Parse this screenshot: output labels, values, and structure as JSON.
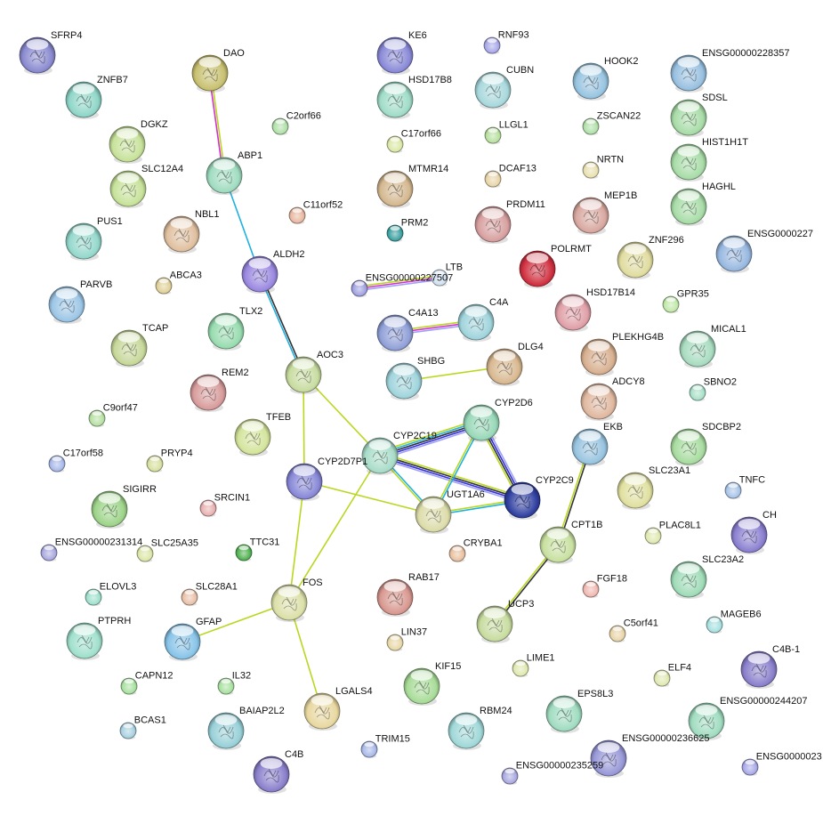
{
  "network": {
    "nodes": [
      {
        "id": "SFRP4",
        "label": "SFRP4",
        "color": "#8a8ad0",
        "structure": true
      },
      {
        "id": "ZNFB7",
        "label": "ZNFB7",
        "color": "#8fd6c8",
        "structure": true
      },
      {
        "id": "DGKZ",
        "label": "DGKZ",
        "color": "#c7e29a",
        "structure": true
      },
      {
        "id": "SLC12A4",
        "label": "SLC12A4",
        "color": "#c7e29a",
        "structure": true
      },
      {
        "id": "PUS1",
        "label": "PUS1",
        "color": "#94d8cc",
        "structure": true
      },
      {
        "id": "PARVB",
        "label": "PARVB",
        "color": "#9cc6e6",
        "structure": true
      },
      {
        "id": "TCAP",
        "label": "TCAP",
        "color": "#c7d89a",
        "structure": true
      },
      {
        "id": "C9orf47",
        "label": "C9orf47",
        "color": "#b6e0a2",
        "structure": false
      },
      {
        "id": "C17orf58",
        "label": "C17orf58",
        "color": "#a8b8e8",
        "structure": false
      },
      {
        "id": "PRYP4",
        "label": "PRYP4",
        "color": "#d8e0a0",
        "structure": false
      },
      {
        "id": "SIGIRR",
        "label": "SIGIRR",
        "color": "#9ed48a",
        "structure": true
      },
      {
        "id": "ENSG00000231314",
        "label": "ENSG00000231314",
        "color": "#a8a8e0",
        "structure": false
      },
      {
        "id": "SLC25A35",
        "label": "SLC25A35",
        "color": "#dce6a8",
        "structure": false
      },
      {
        "id": "ELOVL3",
        "label": "ELOVL3",
        "color": "#9ee0cc",
        "structure": false
      },
      {
        "id": "PTPRH",
        "label": "PTPRH",
        "color": "#a0e0cc",
        "structure": true
      },
      {
        "id": "CAPN12",
        "label": "CAPN12",
        "color": "#a8e0a0",
        "structure": false
      },
      {
        "id": "BCAS1",
        "label": "BCAS1",
        "color": "#a8d0e0",
        "structure": false
      },
      {
        "id": "DAO",
        "label": "DAO",
        "color": "#c8c070",
        "structure": true
      },
      {
        "id": "ABP1",
        "label": "ABP1",
        "color": "#a0dcc0",
        "structure": true
      },
      {
        "id": "C2orf66",
        "label": "C2orf66",
        "color": "#b0e0a8",
        "structure": false
      },
      {
        "id": "NBL1",
        "label": "NBL1",
        "color": "#e0c0a0",
        "structure": true
      },
      {
        "id": "C11orf52",
        "label": "C11orf52",
        "color": "#e8b8a0",
        "structure": false
      },
      {
        "id": "ABCA3",
        "label": "ABCA3",
        "color": "#e0d098",
        "structure": false
      },
      {
        "id": "ALDH2",
        "label": "ALDH2",
        "color": "#9a88e0",
        "structure": true
      },
      {
        "id": "TLX2",
        "label": "TLX2",
        "color": "#98dcb0",
        "structure": true
      },
      {
        "id": "REM2",
        "label": "REM2",
        "color": "#d89c9c",
        "structure": true
      },
      {
        "id": "AOC3",
        "label": "AOC3",
        "color": "#c8dca0",
        "structure": true
      },
      {
        "id": "TFEB",
        "label": "TFEB",
        "color": "#d4e49c",
        "structure": true
      },
      {
        "id": "CYP2D7P1",
        "label": "CYP2D7P1",
        "color": "#8888d8",
        "structure": true
      },
      {
        "id": "SRCIN1",
        "label": "SRCIN1",
        "color": "#e8b0b0",
        "structure": false
      },
      {
        "id": "TTC31",
        "label": "TTC31",
        "color": "#50b050",
        "structure": false
      },
      {
        "id": "SLC28A1",
        "label": "SLC28A1",
        "color": "#e8c0a8",
        "structure": false
      },
      {
        "id": "FOS",
        "label": "FOS",
        "color": "#dce0a8",
        "structure": true
      },
      {
        "id": "GFAP",
        "label": "GFAP",
        "color": "#88c4e8",
        "structure": true
      },
      {
        "id": "IL32",
        "label": "IL32",
        "color": "#a8e0a0",
        "structure": false
      },
      {
        "id": "BAIAP2L2",
        "label": "BAIAP2L2",
        "color": "#98d0d8",
        "structure": true
      },
      {
        "id": "C4B",
        "label": "C4B",
        "color": "#8a80cc",
        "structure": true
      },
      {
        "id": "LGALS4",
        "label": "LGALS4",
        "color": "#e8d8a0",
        "structure": true
      },
      {
        "id": "TRIM15",
        "label": "TRIM15",
        "color": "#a8b8e8",
        "structure": false
      },
      {
        "id": "KE6",
        "label": "KE6",
        "color": "#8a8ad8",
        "structure": true
      },
      {
        "id": "HSD17B8",
        "label": "HSD17B8",
        "color": "#a0dcc8",
        "structure": true
      },
      {
        "id": "C17orf66",
        "label": "C17orf66",
        "color": "#dce8a8",
        "structure": false
      },
      {
        "id": "MTMR14",
        "label": "MTMR14",
        "color": "#d4b890",
        "structure": true
      },
      {
        "id": "PRM2",
        "label": "PRM2",
        "color": "#3ca0a0",
        "structure": false
      },
      {
        "id": "ENSG00000227507",
        "label": "ENSG00000227507",
        "color": "#a0a0e0",
        "structure": false
      },
      {
        "id": "LTB",
        "label": "LTB",
        "color": "#d0e0f0",
        "structure": false
      },
      {
        "id": "C4A13",
        "label": "C4A13",
        "color": "#90a0d8",
        "structure": true
      },
      {
        "id": "C4A",
        "label": "C4A",
        "color": "#a0d4dc",
        "structure": true
      },
      {
        "id": "SHBG",
        "label": "SHBG",
        "color": "#a0d4dc",
        "structure": true
      },
      {
        "id": "DLG4",
        "label": "DLG4",
        "color": "#d8b890",
        "structure": true
      },
      {
        "id": "CYP2C19",
        "label": "CYP2C19",
        "color": "#a8dcc8",
        "structure": true
      },
      {
        "id": "CYP2D6",
        "label": "CYP2D6",
        "color": "#98d8b8",
        "structure": true
      },
      {
        "id": "UGT1A6",
        "label": "UGT1A6",
        "color": "#dcdcaa",
        "structure": true
      },
      {
        "id": "CYP2C9",
        "label": "CYP2C9",
        "color": "#3040a0",
        "structure": true
      },
      {
        "id": "CRYBA1",
        "label": "CRYBA1",
        "color": "#e8c0a0",
        "structure": false
      },
      {
        "id": "RAB17",
        "label": "RAB17",
        "color": "#d89890",
        "structure": true
      },
      {
        "id": "LIN37",
        "label": "LIN37",
        "color": "#e8d8a8",
        "structure": false
      },
      {
        "id": "KIF15",
        "label": "KIF15",
        "color": "#a8dc98",
        "structure": true
      },
      {
        "id": "RBM24",
        "label": "RBM24",
        "color": "#a0d8d8",
        "structure": true
      },
      {
        "id": "ENSG00000235259",
        "label": "ENSG00000235259",
        "color": "#a8a8e0",
        "structure": false
      },
      {
        "id": "RNF93",
        "label": "RNF93",
        "color": "#a8a8e8",
        "structure": false
      },
      {
        "id": "CUBN",
        "label": "CUBN",
        "color": "#a8d8dc",
        "structure": true
      },
      {
        "id": "LLGL1",
        "label": "LLGL1",
        "color": "#b8e0a0",
        "structure": false
      },
      {
        "id": "DCAF13",
        "label": "DCAF13",
        "color": "#e8d4a8",
        "structure": false
      },
      {
        "id": "PRDM11",
        "label": "PRDM11",
        "color": "#d8a0a0",
        "structure": true
      },
      {
        "id": "POLRMT",
        "label": "POLRMT",
        "color": "#d03040",
        "structure": true
      },
      {
        "id": "HSD17B14",
        "label": "HSD17B14",
        "color": "#e0a0a8",
        "structure": true
      },
      {
        "id": "PLEKHG4B",
        "label": "PLEKHG4B",
        "color": "#d8b090",
        "structure": true
      },
      {
        "id": "ADCY8",
        "label": "ADCY8",
        "color": "#e0b8a0",
        "structure": true
      },
      {
        "id": "EKB",
        "label": "EKB",
        "color": "#98c4e0",
        "structure": true
      },
      {
        "id": "SLC23A1",
        "label": "SLC23A1",
        "color": "#e0e0a0",
        "structure": true
      },
      {
        "id": "CPT1B",
        "label": "CPT1B",
        "color": "#c8e0a0",
        "structure": true
      },
      {
        "id": "UCP3",
        "label": "UCP3",
        "color": "#c8dca0",
        "structure": true
      },
      {
        "id": "PLAC8L1",
        "label": "PLAC8L1",
        "color": "#e0e8b0",
        "structure": false
      },
      {
        "id": "FGF18",
        "label": "FGF18",
        "color": "#f0b8b0",
        "structure": false
      },
      {
        "id": "C5orf41",
        "label": "C5orf41",
        "color": "#e8d4a8",
        "structure": false
      },
      {
        "id": "LIME1",
        "label": "LIME1",
        "color": "#e0e8b0",
        "structure": false
      },
      {
        "id": "EPS8L3",
        "label": "EPS8L3",
        "color": "#a0dcc0",
        "structure": true
      },
      {
        "id": "ENSG00000236625",
        "label": "ENSG00000236625",
        "color": "#9898d8",
        "structure": true
      },
      {
        "id": "HOOK2",
        "label": "HOOK2",
        "color": "#98c4e0",
        "structure": true
      },
      {
        "id": "ZSCAN22",
        "label": "ZSCAN22",
        "color": "#b0e0a8",
        "structure": false
      },
      {
        "id": "NRTN",
        "label": "NRTN",
        "color": "#e8e0b0",
        "structure": false
      },
      {
        "id": "MEP1B",
        "label": "MEP1B",
        "color": "#d8a8a0",
        "structure": true
      },
      {
        "id": "ZNF296",
        "label": "ZNF296",
        "color": "#e0dca0",
        "structure": true
      },
      {
        "id": "GPR35",
        "label": "GPR35",
        "color": "#c0e8a8",
        "structure": false
      },
      {
        "id": "MICAL1",
        "label": "MICAL1",
        "color": "#a8dcc0",
        "structure": true
      },
      {
        "id": "SBNO2",
        "label": "SBNO2",
        "color": "#a8e0c8",
        "structure": false
      },
      {
        "id": "SDCBP2",
        "label": "SDCBP2",
        "color": "#a8dca0",
        "structure": true
      },
      {
        "id": "TNFC",
        "label": "TNFC",
        "color": "#a8c4e8",
        "structure": false
      },
      {
        "id": "CH",
        "label": "CH",
        "color": "#8a80d0",
        "structure": true
      },
      {
        "id": "SLC23A2",
        "label": "SLC23A2",
        "color": "#a0dcb8",
        "structure": true
      },
      {
        "id": "MAGEB6",
        "label": "MAGEB6",
        "color": "#a8e0e0",
        "structure": false
      },
      {
        "id": "C4B-1",
        "label": "C4B-1",
        "color": "#8a80cc",
        "structure": true
      },
      {
        "id": "ELF4",
        "label": "ELF4",
        "color": "#e0e8b0",
        "structure": false
      },
      {
        "id": "ENSG00000244207",
        "label": "ENSG00000244207",
        "color": "#a0dcc0",
        "structure": true
      },
      {
        "id": "ENSG0000023",
        "label": "ENSG0000023",
        "color": "#a8a8e8",
        "structure": false
      },
      {
        "id": "ENSG00000228357",
        "label": "ENSG00000228357",
        "color": "#98c0e0",
        "structure": true
      },
      {
        "id": "SDSL",
        "label": "SDSL",
        "color": "#a8dca8",
        "structure": true
      },
      {
        "id": "HIST1H1T",
        "label": "HIST1H1T",
        "color": "#a8dca8",
        "structure": true
      },
      {
        "id": "HAGHL",
        "label": "HAGHL",
        "color": "#a8dca8",
        "structure": true
      },
      {
        "id": "ENSG0000227",
        "label": "ENSG0000227",
        "color": "#98b8e0",
        "structure": true
      }
    ],
    "edge_colors": {
      "textmining": "#b8d820",
      "experiments": "#d030d0",
      "database": "#20b0e0",
      "coexpression": "#333333",
      "homology": "#3030e0",
      "homology_light": "#a0a0f8"
    },
    "edges": [
      {
        "from": "DAO",
        "to": "ABP1",
        "types": [
          "textmining",
          "experiments"
        ]
      },
      {
        "from": "ABP1",
        "to": "ALDH2",
        "types": [
          "database"
        ]
      },
      {
        "from": "ALDH2",
        "to": "AOC3",
        "types": [
          "coexpression",
          "database"
        ]
      },
      {
        "from": "AOC3",
        "to": "CYP2D7P1",
        "types": [
          "textmining"
        ]
      },
      {
        "from": "AOC3",
        "to": "CYP2C19",
        "types": [
          "textmining"
        ]
      },
      {
        "from": "CYP2D7P1",
        "to": "UGT1A6",
        "types": [
          "textmining"
        ]
      },
      {
        "from": "CYP2D7P1",
        "to": "FOS",
        "types": [
          "textmining"
        ]
      },
      {
        "from": "CYP2C19",
        "to": "FOS",
        "types": [
          "textmining"
        ]
      },
      {
        "from": "FOS",
        "to": "GFAP",
        "types": [
          "textmining"
        ]
      },
      {
        "from": "FOS",
        "to": "LGALS4",
        "types": [
          "textmining"
        ]
      },
      {
        "from": "SHBG",
        "to": "DLG4",
        "types": [
          "textmining"
        ]
      },
      {
        "from": "ENSG00000227507",
        "to": "LTB",
        "types": [
          "textmining",
          "experiments",
          "homology_light"
        ]
      },
      {
        "from": "C4A13",
        "to": "C4A",
        "types": [
          "textmining",
          "experiments",
          "homology_light"
        ]
      },
      {
        "from": "CYP2C19",
        "to": "CYP2D6",
        "types": [
          "textmining",
          "database",
          "coexpression",
          "homology",
          "homology_light"
        ]
      },
      {
        "from": "CYP2C19",
        "to": "CYP2C9",
        "types": [
          "textmining",
          "coexpression",
          "homology",
          "homology_light"
        ]
      },
      {
        "from": "CYP2C19",
        "to": "UGT1A6",
        "types": [
          "database",
          "textmining"
        ]
      },
      {
        "from": "CYP2D6",
        "to": "CYP2C9",
        "types": [
          "homology_light",
          "homology",
          "coexpression",
          "textmining"
        ]
      },
      {
        "from": "CYP2D6",
        "to": "UGT1A6",
        "types": [
          "database",
          "textmining"
        ]
      },
      {
        "from": "UGT1A6",
        "to": "CYP2C9",
        "types": [
          "textmining",
          "database"
        ]
      },
      {
        "from": "EKB",
        "to": "CPT1B",
        "types": [
          "coexpression",
          "textmining"
        ]
      },
      {
        "from": "CPT1B",
        "to": "UCP3",
        "types": [
          "coexpression",
          "textmining"
        ]
      }
    ]
  }
}
